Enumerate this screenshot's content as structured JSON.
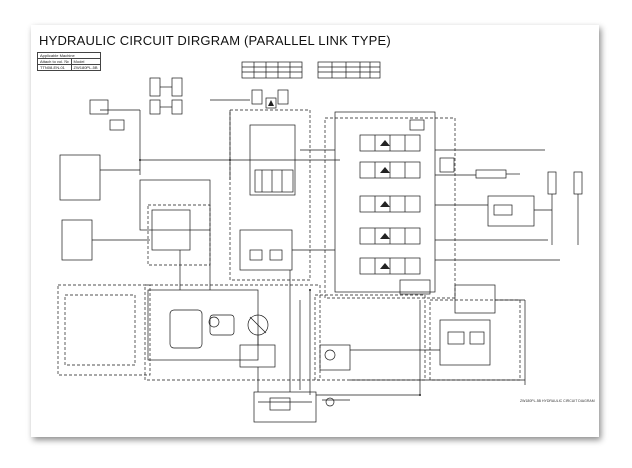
{
  "title": "HYDRAULIC CIRCUIT DIRGRAM (PARALLEL LINK TYPE)",
  "meta_table": {
    "applicable_label": "Applicable Machine",
    "attach_label": "Attach to vol. №",
    "model_label": "Model",
    "doc_no": "TTN08-EN-01",
    "model_value": "ZW180PL-5B"
  },
  "footer_code": "ZW180PL-5B HYDRAULIC CIRCUIT DIAGRAM",
  "colors": {
    "line": "#1a1a1a",
    "paper": "#ffffff",
    "frame_shadow": "#000000"
  }
}
